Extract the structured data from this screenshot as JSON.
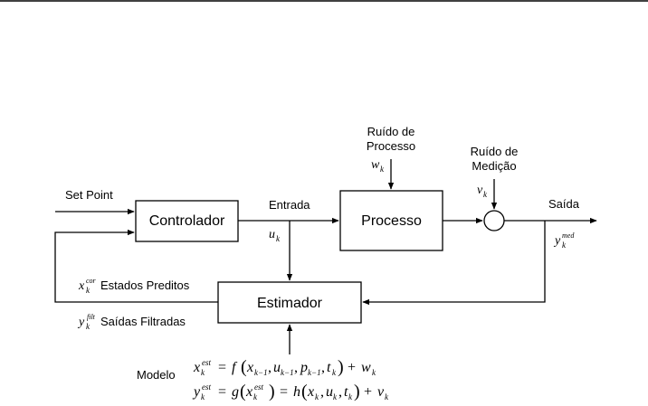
{
  "blocks": {
    "controller": "Controlador",
    "process": "Processo",
    "estimator": "Estimador"
  },
  "labels": {
    "set_point": "Set Point",
    "input": "Entrada",
    "output": "Saída",
    "process_noise_line1": "Ruído de",
    "process_noise_line2": "Processo",
    "measurement_noise_line1": "Ruído de",
    "measurement_noise_line2": "Medição",
    "predicted_states": "Estados Preditos",
    "filtered_outputs": "Saídas Filtradas",
    "model": "Modelo"
  },
  "symbols": {
    "u_k": {
      "base": "u",
      "sub": "k"
    },
    "w_k": {
      "base": "w",
      "sub": "k"
    },
    "v_k": {
      "base": "v",
      "sub": "k"
    },
    "y_med": {
      "base": "y",
      "sub": "k",
      "sup": "med"
    },
    "x_cor": {
      "base": "x",
      "sub": "k",
      "sup": "cor"
    },
    "y_filt": {
      "base": "y",
      "sub": "k",
      "sup": "filt"
    }
  },
  "equations": {
    "state": "x_k^est = f(x_{k−1}, u_{k−1}, p_{k−1}, t_k) + w_k",
    "output": "y_k^est = g(x_k^est) = h(x_k, u_k, t_k) + v_k"
  }
}
